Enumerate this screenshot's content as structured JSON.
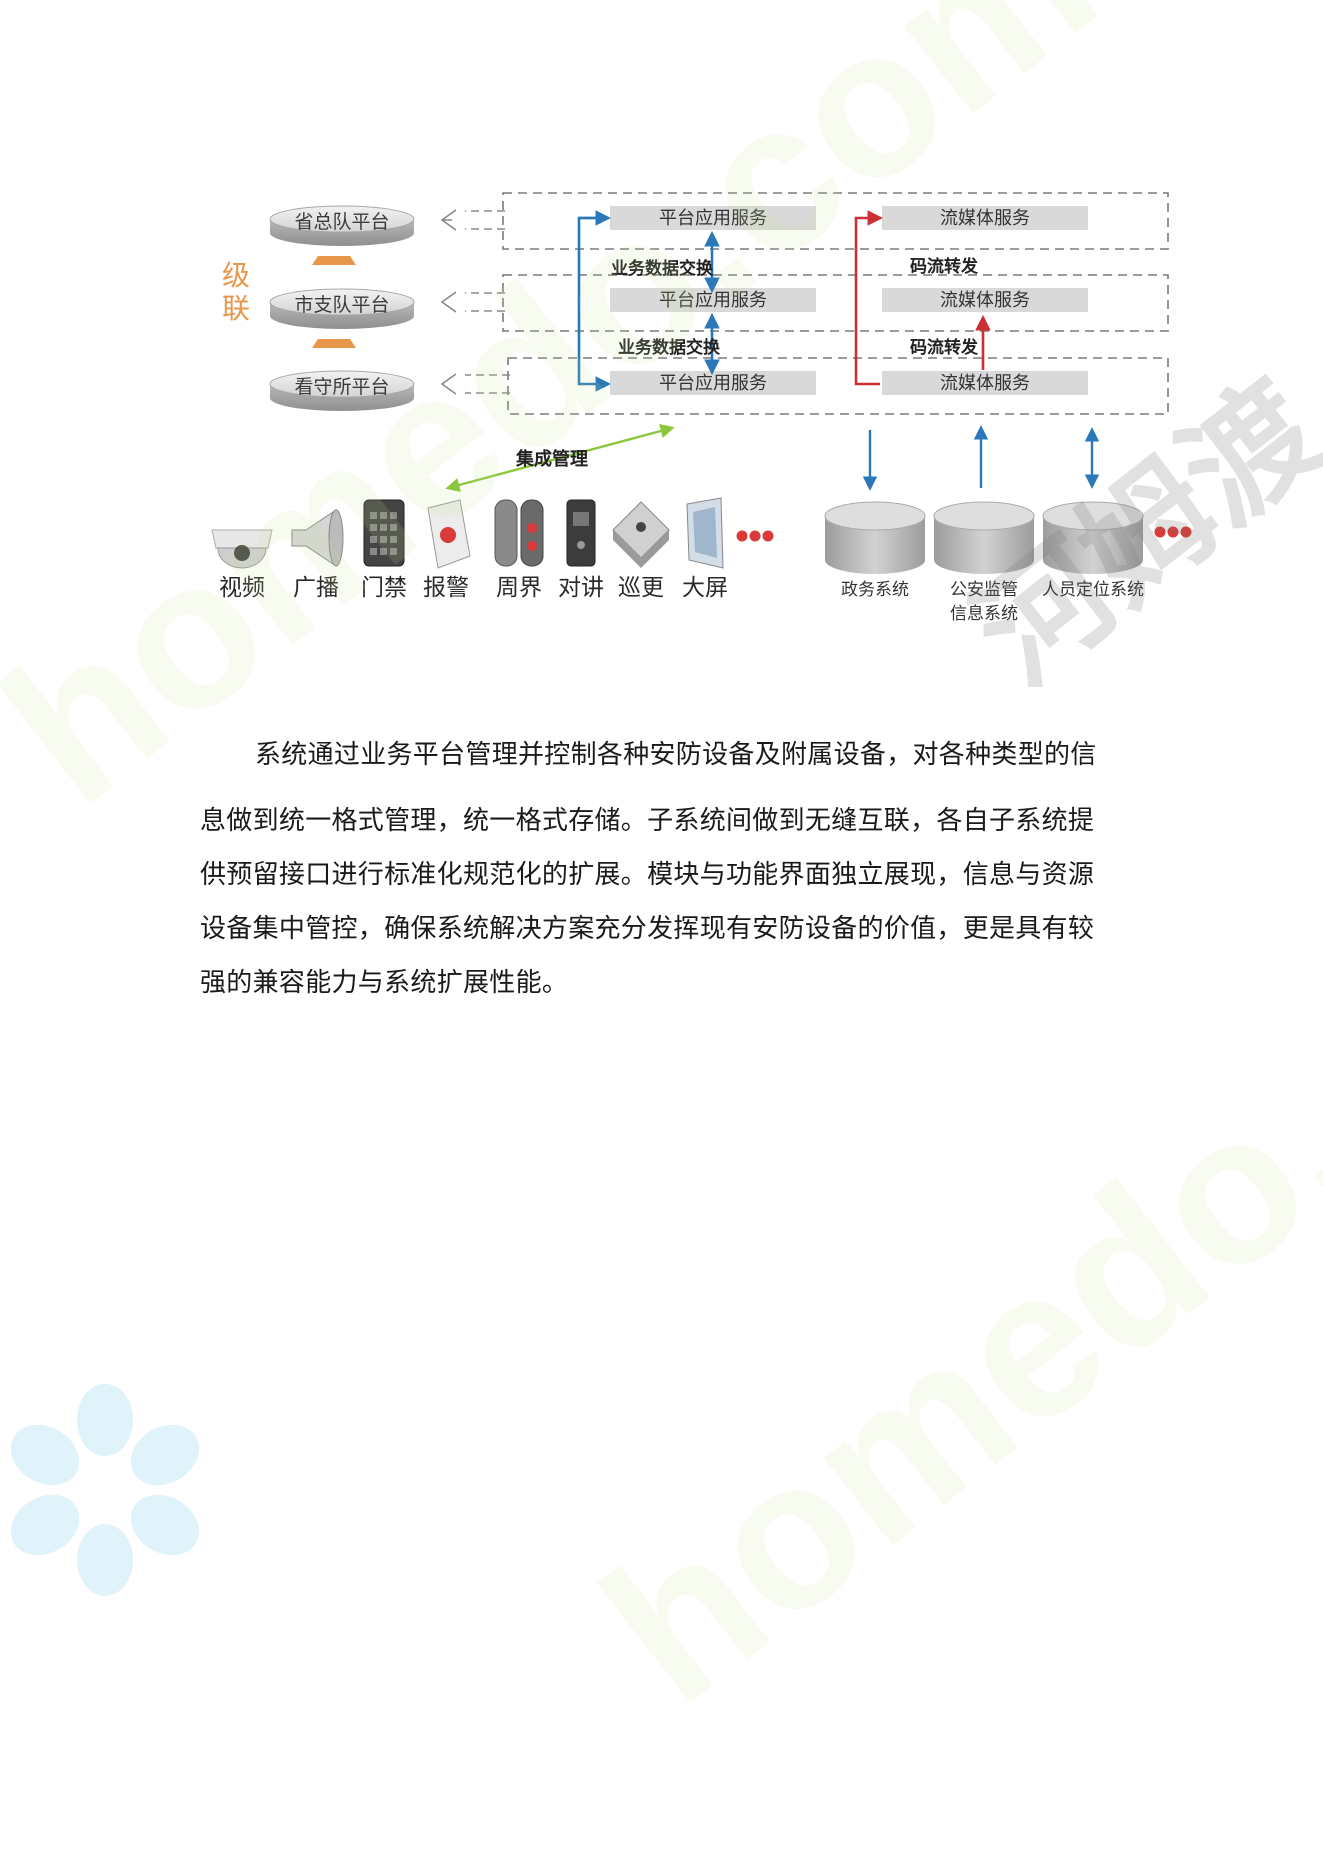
{
  "diagram": {
    "levels": [
      {
        "platform": "省总队平台",
        "app_service": "平台应用服务",
        "media_service": "流媒体服务"
      },
      {
        "platform": "市支队平台",
        "app_service": "平台应用服务",
        "media_service": "流媒体服务"
      },
      {
        "platform": "看守所平台",
        "app_service": "平台应用服务",
        "media_service": "流媒体服务"
      }
    ],
    "cascade_label": "级联",
    "data_exchange_labels": [
      "业务数据交换",
      "业务数据交换"
    ],
    "stream_forward_labels": [
      "码流转发",
      "码流转发"
    ],
    "integration_label": "集成管理",
    "devices": [
      {
        "icon": "camera-icon",
        "label": "视频"
      },
      {
        "icon": "speaker-icon",
        "label": "广播"
      },
      {
        "icon": "access-control-icon",
        "label": "门禁"
      },
      {
        "icon": "alarm-icon",
        "label": "报警"
      },
      {
        "icon": "perimeter-icon",
        "label": "周界"
      },
      {
        "icon": "intercom-icon",
        "label": "对讲"
      },
      {
        "icon": "patrol-icon",
        "label": "巡更"
      },
      {
        "icon": "big-screen-icon",
        "label": "大屏"
      }
    ],
    "external_systems": [
      {
        "label": "政务系统"
      },
      {
        "label": "公安监管信息系统",
        "lines": [
          "公安监管",
          "信息系统"
        ]
      },
      {
        "label": "人员定位系统"
      }
    ],
    "colors": {
      "blue": "#2a78b8",
      "red": "#cc2f35",
      "green": "#8cc63f",
      "orange": "#e8964a",
      "gray": "#bdbdbd",
      "ellipsis": "#d93a3a"
    }
  },
  "paragraph": {
    "lines": [
      "系统通过业务平台管理并控制各种安防设备及附属设备，对各种类型的信",
      "息做到统一格式管理，统一格式存储。子系统间做到无缝互联，各自子系统提",
      "供预留接口进行标准化规范化的扩展。模块与功能界面独立展现，信息与资源",
      "设备集中管控，确保系统解决方案充分发挥现有安防设备的价值，更是具有较",
      "强的兼容能力与系统扩展性能。"
    ]
  },
  "watermark": {
    "texts": [
      "homedo.com",
      "homedo.com",
      "河姆渡"
    ]
  }
}
